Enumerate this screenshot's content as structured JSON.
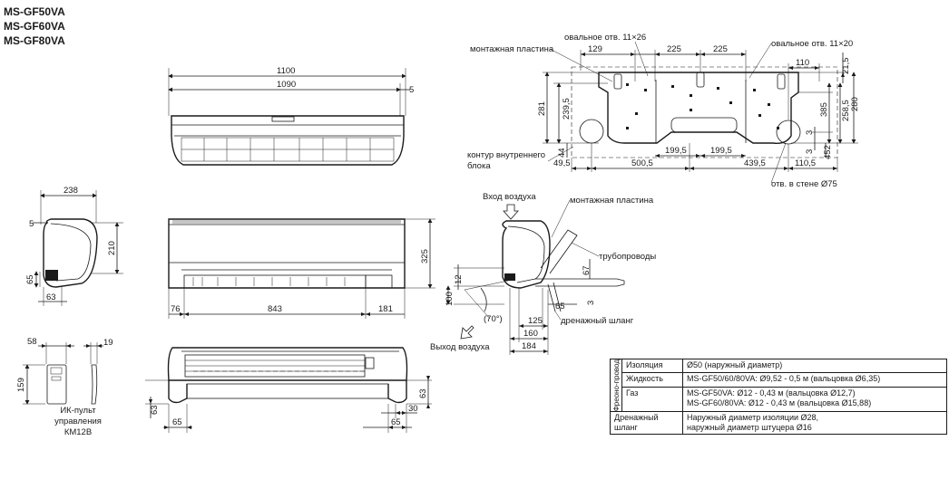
{
  "models": [
    "MS-GF50VA",
    "MS-GF60VA",
    "MS-GF80VA"
  ],
  "front_view": {
    "width_total": "1100",
    "width_body": "1090",
    "offset": "5"
  },
  "side_view": {
    "depth": "238",
    "offset": "5",
    "height_upper": "210",
    "bottom": "65",
    "pipe_offset": "63"
  },
  "rear_view": {
    "height": "325",
    "left": "76",
    "middle": "843",
    "right": "181"
  },
  "remote": {
    "width": "58",
    "depth": "19",
    "height": "159",
    "caption": "ИК-пульт управления КМ12В"
  },
  "bottom_view": {
    "dim_63_right": "63",
    "dim_63_left": "63",
    "dim_30": "30",
    "dim_65_left": "65",
    "dim_65_right": "65"
  },
  "mounting": {
    "label_plate": "монтажная пластина",
    "label_oval1": "овальное отв. 11×26",
    "label_oval2": "овальное отв. 11×20",
    "label_contour": "контур внутреннего блока",
    "label_wall_hole": "отв. в стене Ø75",
    "top_dims": [
      "129",
      "225",
      "225",
      "110",
      "21,5"
    ],
    "left_dims": [
      "281",
      "239,5"
    ],
    "right_dims": [
      "385",
      "258,5",
      "280"
    ],
    "small_dims": [
      "44",
      "3",
      "3",
      "452"
    ],
    "bottom_dims": [
      "49,5",
      "500,5",
      "199,5",
      "199,5",
      "439,5",
      "110,5"
    ]
  },
  "section": {
    "label_air_in": "Вход воздуха",
    "label_plate": "монтажная пластина",
    "label_pipes": "трубопроводы",
    "label_drain": "дренажный шланг",
    "label_air_out": "Выход воздуха",
    "dims": [
      "12",
      "100",
      "67",
      "65",
      "3",
      "125",
      "160",
      "184"
    ],
    "angle": "(70°)"
  },
  "spec_table": {
    "side_label": "Фреоно-провод",
    "rows": [
      {
        "name": "Изоляция",
        "value": "Ø50 (наружный диаметр)"
      },
      {
        "name": "Жидкость",
        "value": "MS-GF50/60/80VA: Ø9,52 - 0,5 м  (вальцовка Ø6,35)"
      },
      {
        "name": "Газ",
        "value": "MS-GF50VA: Ø12 - 0,43 м  (вальцовка Ø12,7)",
        "value2": "MS-GF60/80VA: Ø12 - 0,43 м  (вальцовка Ø15,88)"
      }
    ],
    "drain": {
      "name": "Дренажный шланг",
      "value": "Наружный диаметр изоляции Ø28,",
      "value2": "наружный диаметр штуцера Ø16"
    }
  }
}
